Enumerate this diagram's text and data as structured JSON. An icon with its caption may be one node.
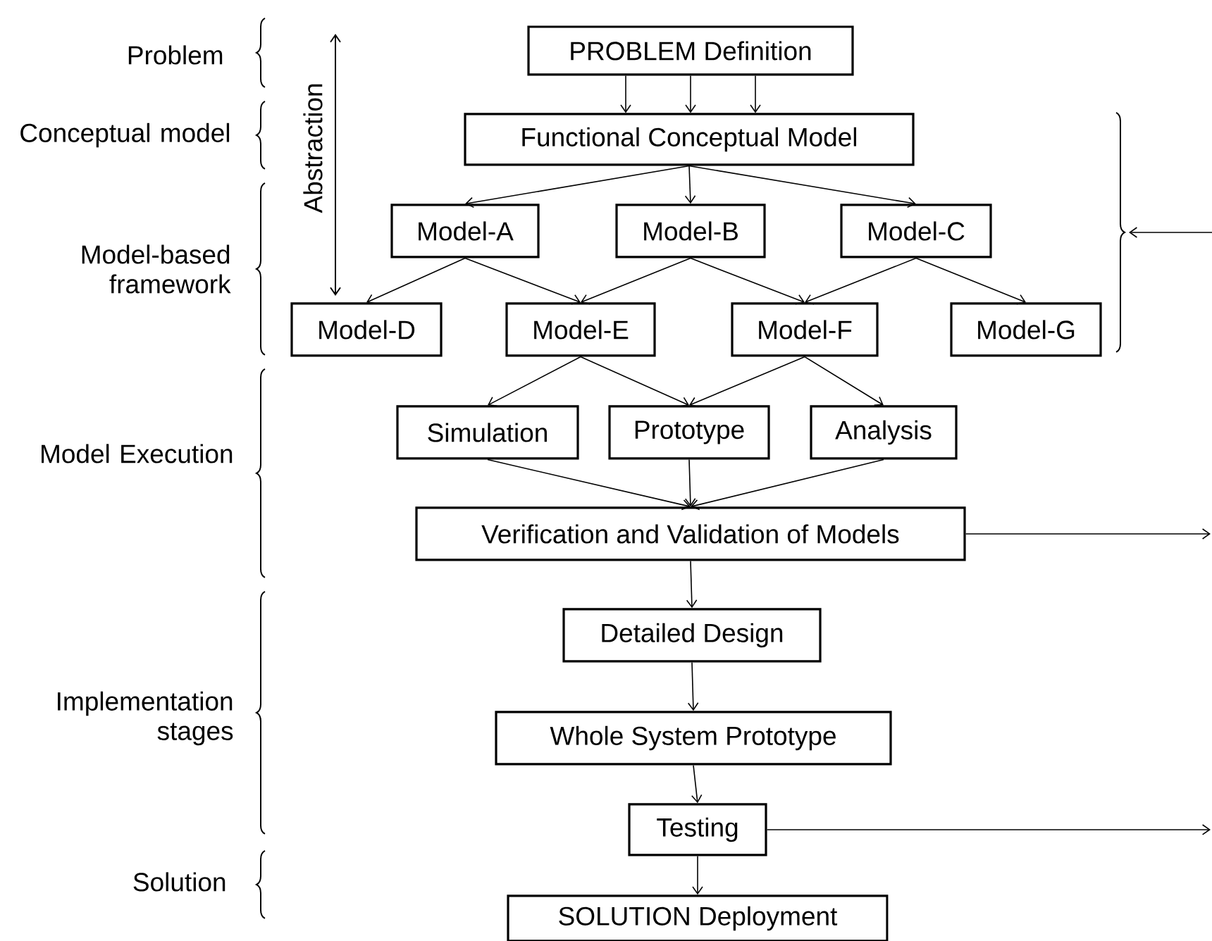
{
  "diagram": {
    "nodes": [
      {
        "text": [
          "PROBLEM Definition"
        ]
      },
      {
        "text": [
          "Functional Conceptual Model"
        ]
      },
      {
        "text": [
          "Model-A"
        ]
      },
      {
        "text": [
          "Model-B"
        ]
      },
      {
        "text": [
          "Model-C"
        ]
      },
      {
        "text": [
          "Model-D"
        ]
      },
      {
        "text": [
          "Model-E"
        ]
      },
      {
        "text": [
          "Model-F"
        ]
      },
      {
        "text": [
          "Model-G"
        ]
      },
      {
        "text": [
          "Simulation"
        ]
      },
      {
        "text": [
          "Prototype"
        ]
      },
      {
        "text": [
          "Analysis"
        ]
      },
      {
        "text": [
          "Verification and Validation of Models"
        ]
      },
      {
        "text": [
          "Detailed Design"
        ]
      },
      {
        "text": [
          "Whole System Prototype"
        ]
      },
      {
        "text": [
          "Testing"
        ]
      },
      {
        "text": [
          "SOLUTION Deployment"
        ]
      }
    ],
    "edges": [
      {
        "from": 0,
        "to": 1,
        "arrow": "to"
      },
      {
        "from": 0,
        "to": 1,
        "arrow": "to"
      },
      {
        "from": 0,
        "to": 1,
        "arrow": "to"
      },
      {
        "from": 1,
        "to": 2,
        "arrow": "to"
      },
      {
        "from": 1,
        "to": 3,
        "arrow": "to"
      },
      {
        "from": 1,
        "to": 4,
        "arrow": "to"
      },
      {
        "from": 2,
        "to": 5,
        "arrow": "to"
      },
      {
        "from": 2,
        "to": 6,
        "arrow": "to"
      },
      {
        "from": 3,
        "to": 6,
        "arrow": "to"
      },
      {
        "from": 3,
        "to": 7,
        "arrow": "to"
      },
      {
        "from": 4,
        "to": 7,
        "arrow": "to"
      },
      {
        "from": 4,
        "to": 8,
        "arrow": "to"
      },
      {
        "from": 6,
        "to": 9,
        "arrow": "to"
      },
      {
        "from": 6,
        "to": 10,
        "arrow": "to"
      },
      {
        "from": 7,
        "to": 10,
        "arrow": "to"
      },
      {
        "from": 7,
        "to": 11,
        "arrow": "to"
      },
      {
        "from": 9,
        "to": 12,
        "arrow": "to"
      },
      {
        "from": 10,
        "to": 12,
        "arrow": "to"
      },
      {
        "from": 11,
        "to": 12,
        "arrow": "to"
      },
      {
        "from": 12,
        "to": 13,
        "arrow": "to"
      },
      {
        "from": 13,
        "to": 14,
        "arrow": "to"
      },
      {
        "from": 14,
        "to": 15,
        "arrow": "to"
      },
      {
        "from": 15,
        "to": 16,
        "arrow": "to"
      },
      {
        "from": 12,
        "to": null,
        "arrow": "to"
      },
      {
        "from": 15,
        "to": null,
        "arrow": "to"
      }
    ],
    "labels": [
      "Problem",
      "Conceptual model",
      "Abstraction",
      "Model-based framework",
      "Model Execution",
      "Implementation stages",
      "Solution"
    ]
  }
}
